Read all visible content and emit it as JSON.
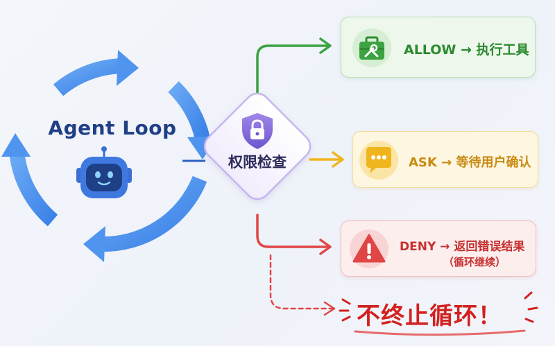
{
  "loop": {
    "title": "Agent Loop"
  },
  "check": {
    "label": "权限检查"
  },
  "outcomes": {
    "allow": {
      "label": "ALLOW → 执行工具",
      "color": "#3ba341"
    },
    "ask": {
      "label": "ASK → 等待用户确认",
      "color": "#f0b51d"
    },
    "deny": {
      "label": "DENY → 返回错误结果",
      "sublabel": "（循环继续）",
      "color": "#e04646"
    }
  },
  "warning": {
    "text": "不终止循环！",
    "color": "#d3211f"
  },
  "colors": {
    "loop_arrow": "#4f95f0",
    "diamond_border": "#c5b6ef"
  },
  "icons": {
    "loop_center": "robot-icon",
    "check": "shield-lock-icon",
    "allow": "toolbox-icon",
    "ask": "chat-bubble-icon",
    "deny": "warning-triangle-icon"
  }
}
